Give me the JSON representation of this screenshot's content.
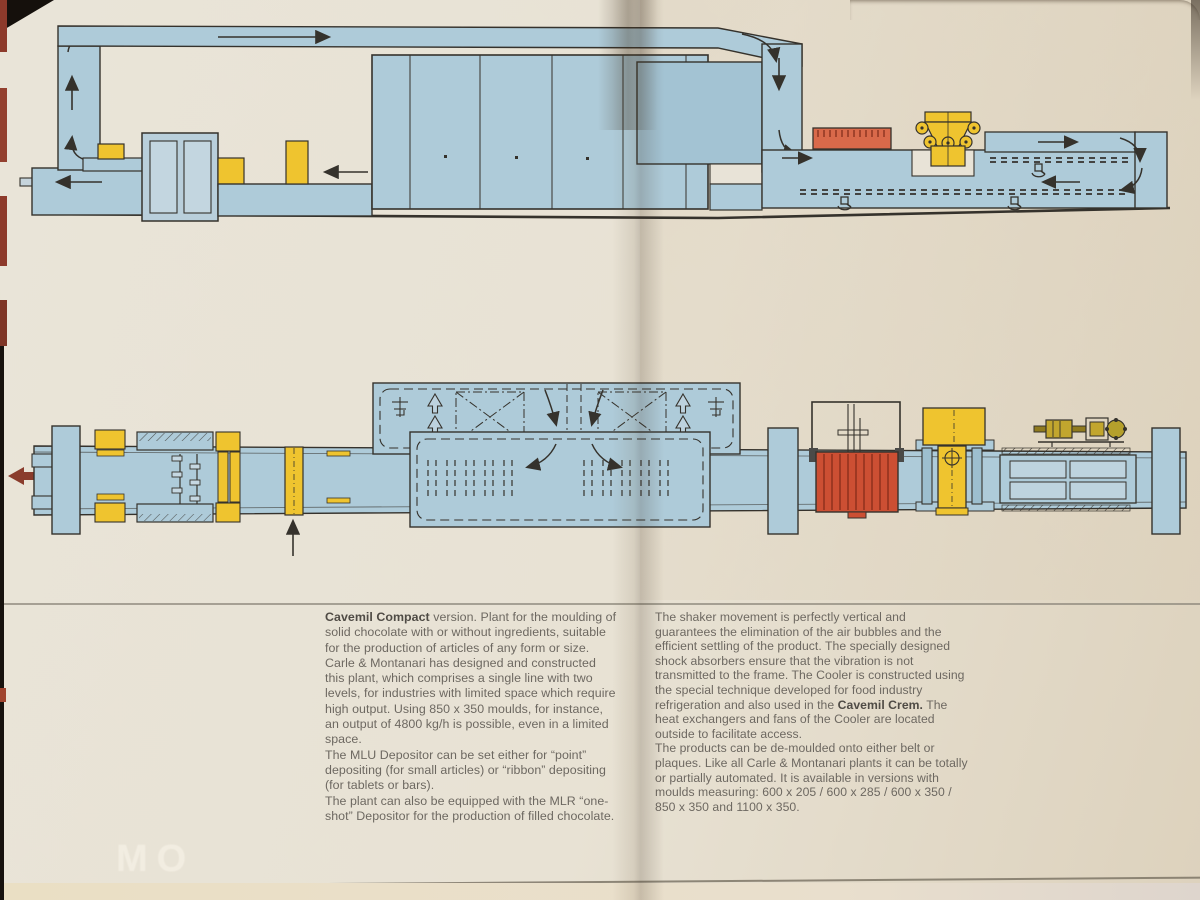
{
  "page": {
    "watermark": "MO",
    "background_color": "#e8e2d4"
  },
  "colors": {
    "machine_blue": "#aecbd9",
    "machine_blue_light": "#bdd2de",
    "machine_blue_mid": "#a3c3d3",
    "accent_yellow": "#efc42f",
    "comb_red": "#d9694a",
    "shaker_red": "#cc4f33",
    "motor_olive": "#c2a62e",
    "line_dark": "#35322c",
    "rule_gray": "#8f897d",
    "flow_arrow_red": "#8a3c2c",
    "text_gray": "#6d6861"
  },
  "icons": {
    "flow-arrow": "→",
    "up-arrow": "↑",
    "down-arrow": "↓",
    "mould-inverter": "↻",
    "fan-unit": "✕",
    "air-flow-chevron": "⇑"
  },
  "columns": {
    "left": {
      "para1_bold": "Cavemil Compact",
      "para1_rest": " version. Plant for the moulding of solid chocolate with or without ingredients, suitable for the production of articles of any form or size. Carle & Montanari has designed and constructed this plant, which comprises a single line with two levels, for industries with limited space which require high output. Using 850 x 350 moulds, for instance, an output of 4800 kg/h is possible, even in a limited space.",
      "para2": "The MLU Depositor can be set either for “point” depositing (for small articles) or “ribbon” depositing (for tablets or bars).",
      "para3": "The plant can also be equipped with the MLR “one-shot” Depositor for the production of filled chocolate."
    },
    "right": {
      "para1_a": "The shaker movement is perfectly vertical and guarantees the elimination of the air bubbles and the efficient settling of the product. The specially designed shock absorbers ensure that the vibration is not transmitted to the frame. The Cooler is constructed using the special technique developed for food industry refrigeration and also used in the ",
      "para1_bold": "Cavemil Crem.",
      "para1_b": " The heat exchangers and fans of the Cooler are located outside to facilitate access.",
      "para2": "The products can be de-moulded onto either belt or plaques. Like all Carle & Montanari plants it can be totally or partially automated. It is available in versions with moulds measuring: 600 x 205 / 600 x 285 / 600 x 350 / 850 x 350 and 1100 x 350."
    }
  }
}
